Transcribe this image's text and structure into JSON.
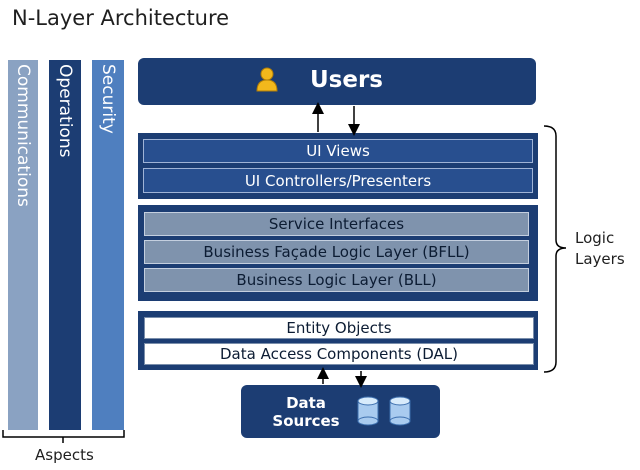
{
  "title": "N-Layer Architecture",
  "aspects": {
    "columns": [
      {
        "label": "Communications",
        "color": "#8aa2c2"
      },
      {
        "label": "Operations",
        "color": "#1c3d73"
      },
      {
        "label": "Security",
        "color": "#4f7fbf"
      }
    ],
    "group_label": "Aspects"
  },
  "users": {
    "label": "Users",
    "icon": "user-icon"
  },
  "presentation": {
    "rows": [
      "UI Views",
      "UI Controllers/Presenters"
    ]
  },
  "business": {
    "rows": [
      "Service Interfaces",
      "Business Façade Logic Layer (BFLL)",
      "Business Logic Layer (BLL)"
    ]
  },
  "data": {
    "rows": [
      "Entity Objects",
      "Data Access Components (DAL)"
    ]
  },
  "logic_layers": {
    "label_line1": "Logic",
    "label_line2": "Layers"
  },
  "data_sources": {
    "label_line1": "Data",
    "label_line2": "Sources",
    "icon": "database-icon"
  }
}
